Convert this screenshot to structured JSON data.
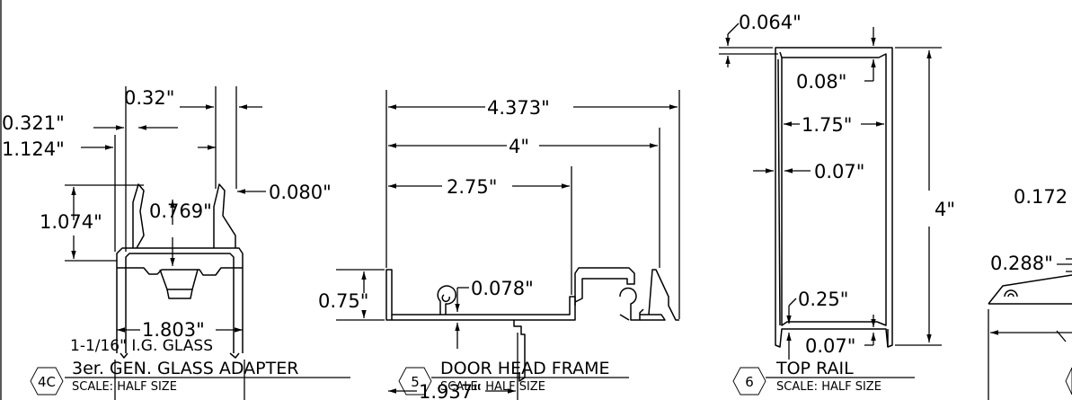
{
  "details": [
    {
      "id": "4C",
      "note": "1-1/16\" I.G. GLASS",
      "title": "3er. GEN. GLASS ADAPTER",
      "scale": "SCALE: HALF SIZE",
      "dims": {
        "d1": "0.32\"",
        "d2": "0.321\"",
        "d3": "1.124\"",
        "d4": "0.080\"",
        "d5": "1.074\"",
        "d6": "0.769\"",
        "d7": "1.803\""
      }
    },
    {
      "id": "5",
      "title": "DOOR HEAD FRAME",
      "scale": "SCALE: HALF SIZE",
      "dims": {
        "d1": "4.373\"",
        "d2": "4\"",
        "d3": "2.75\"",
        "d4": "0.75\"",
        "d5": "0.078\"",
        "d6": "1.937\""
      }
    },
    {
      "id": "6",
      "title": "TOP RAIL",
      "scale": "SCALE: HALF SIZE",
      "dims": {
        "d1": "0.064\"",
        "d2": "0.08\"",
        "d3": "1.75\"",
        "d4": "0.07\"",
        "d5": "4\"",
        "d6": "0.25\"",
        "d7": "0.07\""
      }
    },
    {
      "dims": {
        "d1": "0.172",
        "d2": "0.288\""
      }
    }
  ]
}
